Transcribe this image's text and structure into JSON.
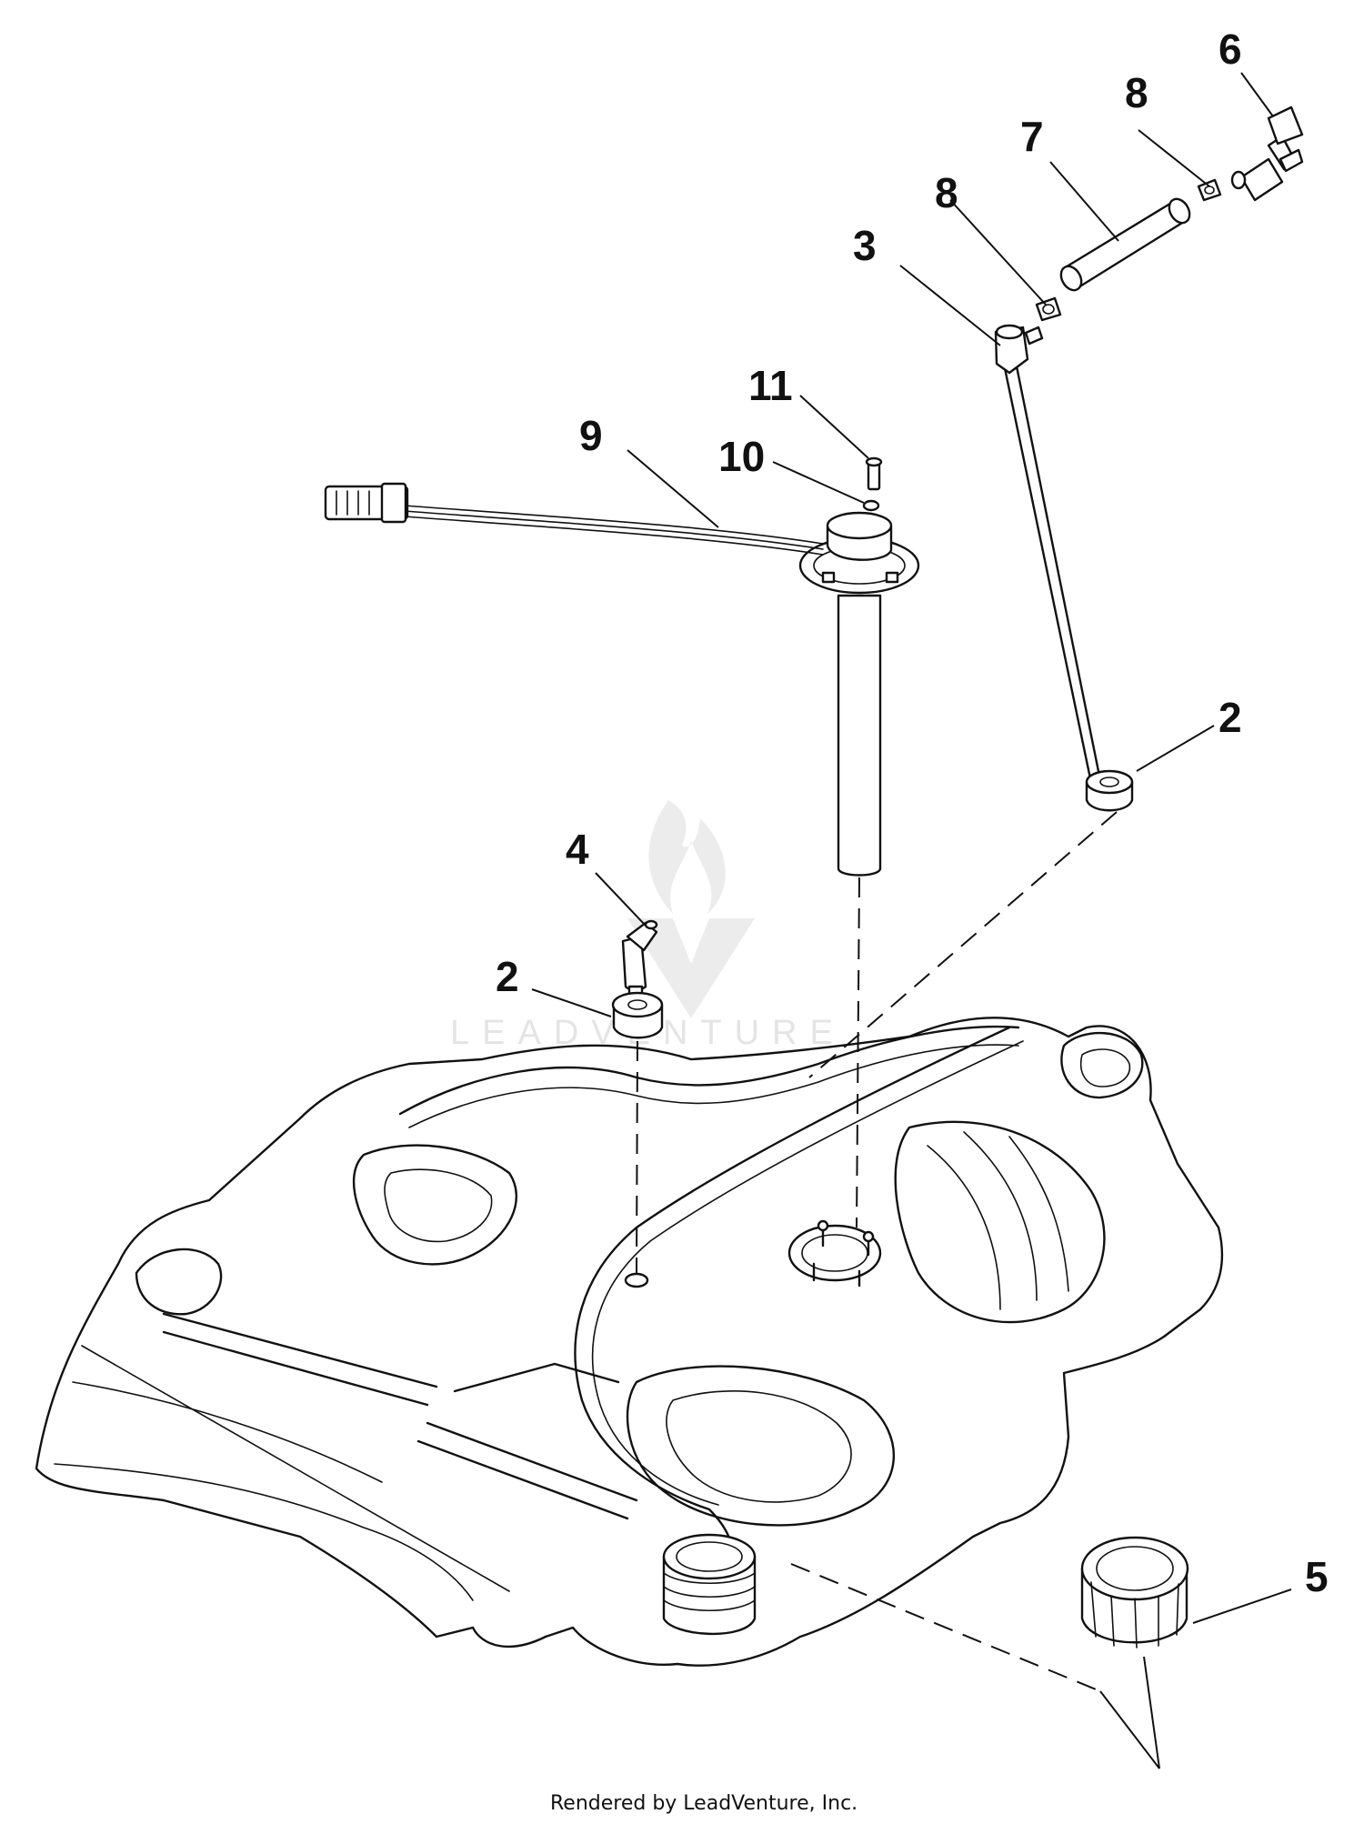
{
  "callouts": {
    "c2a": "2",
    "c2b": "2",
    "c3": "3",
    "c4": "4",
    "c5": "5",
    "c6": "6",
    "c7": "7",
    "c8a": "8",
    "c8b": "8",
    "c9": "9",
    "c10": "10",
    "c11": "11"
  },
  "watermark": {
    "text": "LEADVENTURE"
  },
  "footer": {
    "credit": "Rendered by LeadVenture, Inc."
  },
  "colors": {
    "line": "#111111",
    "watermark": "#e4e4e4",
    "background": "#ffffff"
  },
  "icons": {
    "watermark_logo": "flame-v-logo-icon"
  }
}
